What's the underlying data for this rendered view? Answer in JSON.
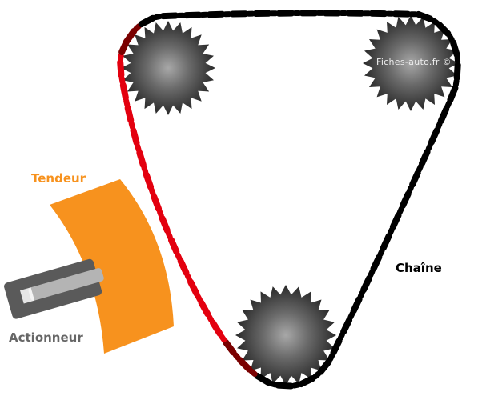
{
  "labels": {
    "tensioner": "Tendeur",
    "chain": "Chaîne",
    "actuator": "Actionneur",
    "watermark": "Fiches-auto.fr ©"
  },
  "colors": {
    "tensioner": "#f7921e",
    "chain_slack": "#000000",
    "chain_tight": "#e3000f",
    "chain_transition": "#7a0000",
    "gear_dark": "#2f2f2f",
    "gear_light": "#9a9a9a",
    "actuator_body": "#5a5a5a",
    "actuator_rod": "#b4b4b4",
    "label_tensioner": "#f7921e",
    "label_chain": "#000000",
    "label_actuator": "#666666",
    "watermark": "#eeeeee"
  }
}
